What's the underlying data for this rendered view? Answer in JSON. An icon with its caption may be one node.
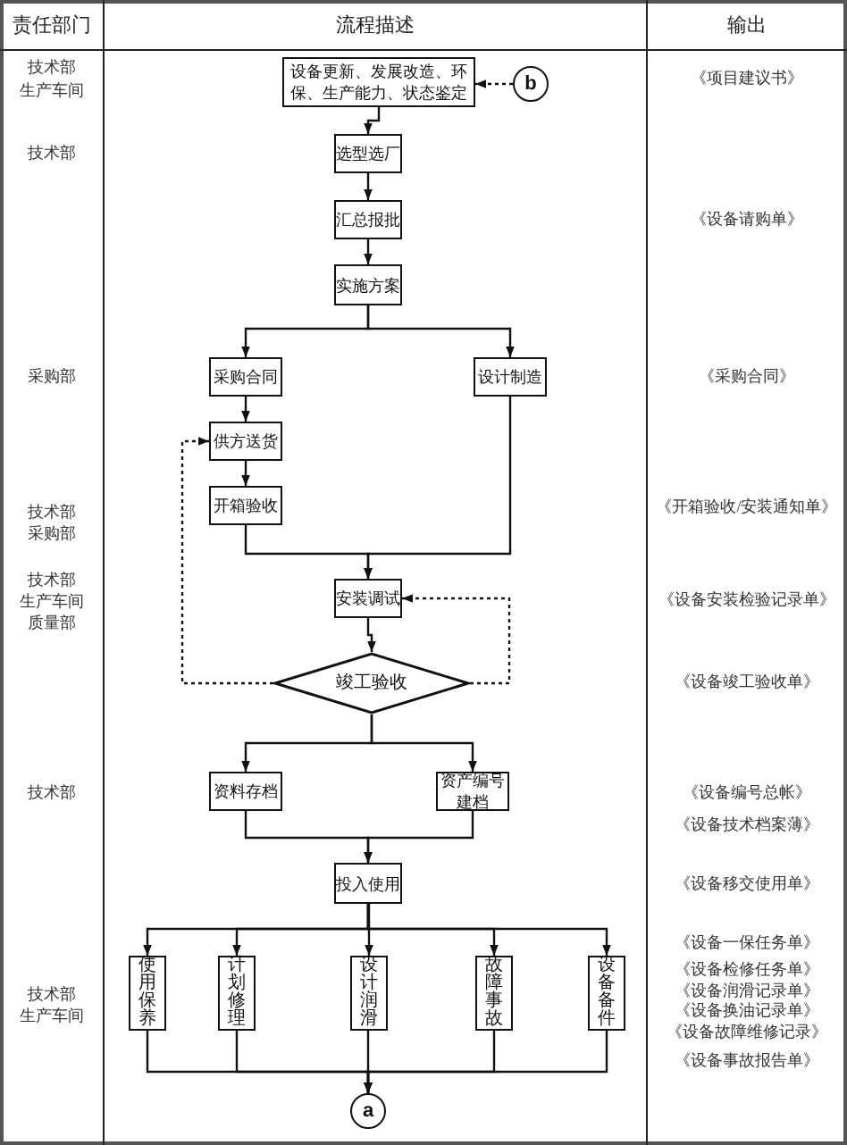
{
  "diagram": {
    "nodes": [
      {
        "text": [
          "设备更新、发展改造、环保、生产能力、状态鉴定"
        ]
      },
      {
        "text": [
          "b"
        ]
      },
      {
        "text": [
          "选型选厂"
        ]
      },
      {
        "text": [
          "汇总报批"
        ]
      },
      {
        "text": [
          "实施方案"
        ]
      },
      {
        "text": [
          "采购合同"
        ]
      },
      {
        "text": [
          "设计制造"
        ]
      },
      {
        "text": [
          "供方送货"
        ]
      },
      {
        "text": [
          "开箱验收"
        ]
      },
      {
        "text": [
          "安装调试"
        ]
      },
      {
        "text": [
          "竣工验收"
        ]
      },
      {
        "text": [
          "资料存档"
        ]
      },
      {
        "text": [
          "资产编号建档"
        ]
      },
      {
        "text": [
          "投入使用"
        ]
      },
      {
        "text": [
          "使用保养"
        ]
      },
      {
        "text": [
          "计划修理"
        ]
      },
      {
        "text": [
          "设计润滑"
        ]
      },
      {
        "text": [
          "故障事故"
        ]
      },
      {
        "text": [
          "设备备件"
        ]
      },
      {
        "text": [
          "a"
        ]
      }
    ],
    "edges": [
      {
        "from": 1,
        "to": 0,
        "arrow": "to",
        "style": "dashed"
      },
      {
        "from": 0,
        "to": 2,
        "arrow": "to"
      },
      {
        "from": 2,
        "to": 3,
        "arrow": "to"
      },
      {
        "from": 3,
        "to": 4,
        "arrow": "to"
      },
      {
        "from": 4,
        "to": 5,
        "arrow": "to"
      },
      {
        "from": 4,
        "to": 6,
        "arrow": "to"
      },
      {
        "from": 5,
        "to": 7,
        "arrow": "to"
      },
      {
        "from": 7,
        "to": 8,
        "arrow": "to"
      },
      {
        "from": 8,
        "to": 9,
        "arrow": "to"
      },
      {
        "from": 6,
        "to": 9,
        "arrow": "to"
      },
      {
        "from": 9,
        "to": 10,
        "arrow": "to"
      },
      {
        "from": 10,
        "to": 7,
        "arrow": "to",
        "style": "dashed"
      },
      {
        "from": 10,
        "to": 9,
        "arrow": "to",
        "style": "dashed"
      },
      {
        "from": 10,
        "to": 11,
        "arrow": "to"
      },
      {
        "from": 10,
        "to": 12,
        "arrow": "to"
      },
      {
        "from": 11,
        "to": 13,
        "arrow": "to"
      },
      {
        "from": 12,
        "to": 13,
        "arrow": "to"
      },
      {
        "from": 13,
        "to": 14,
        "arrow": "to"
      },
      {
        "from": 13,
        "to": 15,
        "arrow": "to"
      },
      {
        "from": 13,
        "to": 16,
        "arrow": "to"
      },
      {
        "from": 13,
        "to": 17,
        "arrow": "to"
      },
      {
        "from": 13,
        "to": 18,
        "arrow": "to"
      },
      {
        "from": 14,
        "to": 19,
        "arrow": "to"
      },
      {
        "from": 15,
        "to": 19,
        "arrow": "to"
      },
      {
        "from": 16,
        "to": 19,
        "arrow": "to"
      },
      {
        "from": 17,
        "to": 19,
        "arrow": "to"
      },
      {
        "from": 18,
        "to": 19,
        "arrow": "to"
      }
    ],
    "labels": [
      "责任部门",
      "流程描述",
      "输出",
      "技术部",
      "《项目建议书》",
      "生产车间",
      "技术部",
      "《设备请购单》",
      "采购部",
      "《采购合同》",
      "《开箱验收/安装通知单》",
      "技术部",
      "采购部",
      "技术部",
      "《设备安装检验记录单》",
      "生产车间",
      "质量部",
      "《设备竣工验收单》",
      "技术部",
      "《设备编号总帐》",
      "《设备技术档案薄》",
      "《设备移交使用单》",
      "《设备一保任务单》",
      "《设备检修任务单》",
      "《设备润滑记录单》",
      "技术部",
      "《设备换油记录单》",
      "生产车间",
      "《设备故障维修记录》",
      "《设备事故报告单》"
    ]
  }
}
